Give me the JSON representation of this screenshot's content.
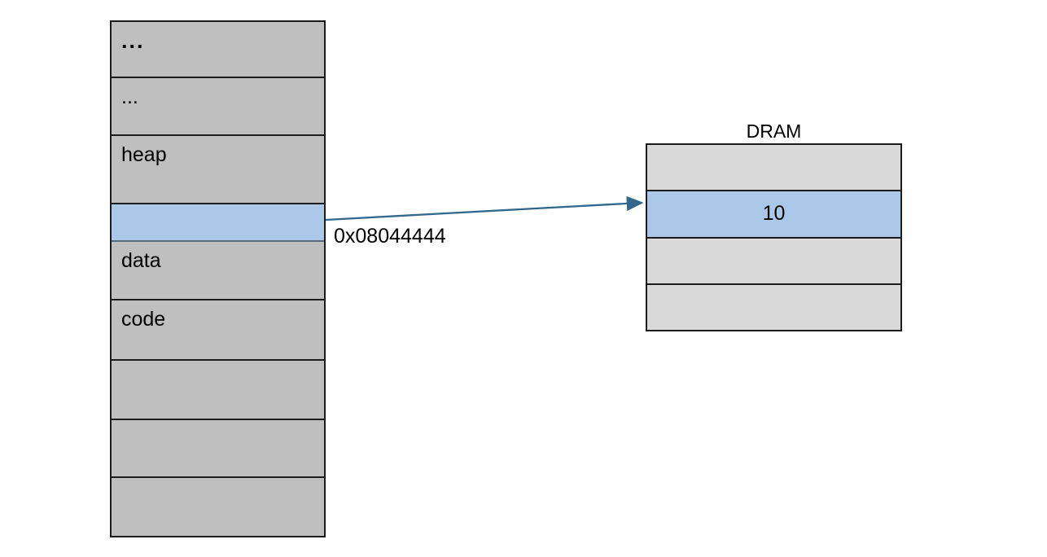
{
  "memory_column": {
    "rows": [
      {
        "label": "...",
        "highlighted": false
      },
      {
        "label": "...",
        "highlighted": false
      },
      {
        "label": "heap",
        "highlighted": false
      },
      {
        "label": "",
        "highlighted": true
      },
      {
        "label": "data",
        "highlighted": false
      },
      {
        "label": "code",
        "highlighted": false
      },
      {
        "label": "",
        "highlighted": false
      },
      {
        "label": "",
        "highlighted": false
      },
      {
        "label": "",
        "highlighted": false
      }
    ]
  },
  "arrow": {
    "address_label": "0x08044444"
  },
  "dram": {
    "title": "DRAM",
    "rows": [
      {
        "value": "",
        "highlighted": false
      },
      {
        "value": "10",
        "highlighted": true
      },
      {
        "value": "",
        "highlighted": false
      },
      {
        "value": "",
        "highlighted": false
      }
    ]
  },
  "colors": {
    "memory_fill": "#bfbfbf",
    "dram_fill": "#d9d9d9",
    "highlight_fill": "#acc8e8",
    "arrow": "#31688c",
    "border": "#1c1c1c"
  }
}
